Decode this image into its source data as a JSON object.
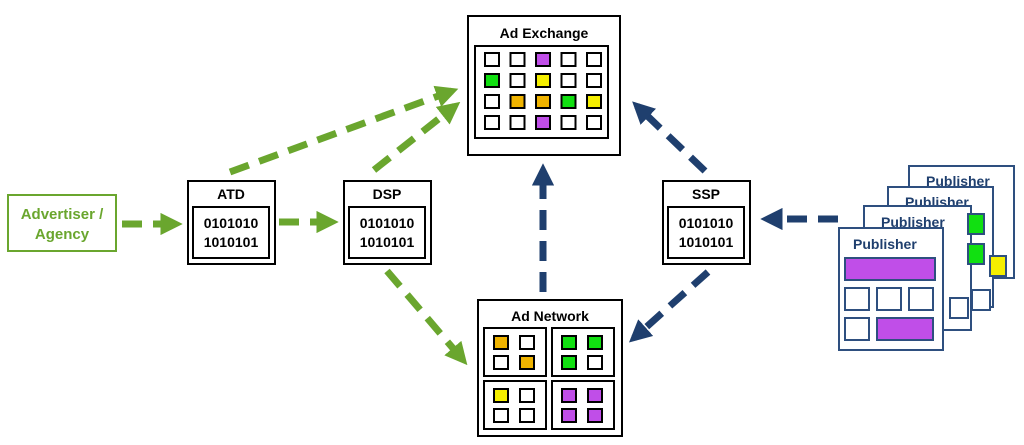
{
  "advertiser": {
    "label_line1": "Advertiser /",
    "label_line2": "Agency"
  },
  "atd": {
    "title": "ATD",
    "code_line1": "0101010",
    "code_line2": "1010101"
  },
  "dsp": {
    "title": "DSP",
    "code_line1": "0101010",
    "code_line2": "1010101"
  },
  "ssp": {
    "title": "SSP",
    "code_line1": "0101010",
    "code_line2": "1010101"
  },
  "ad_exchange": {
    "title": "Ad Exchange",
    "grid": [
      [
        "empty",
        "empty",
        "purple",
        "empty",
        "empty"
      ],
      [
        "green",
        "empty",
        "yellow",
        "empty",
        "empty"
      ],
      [
        "empty",
        "orange",
        "orange",
        "green",
        "yellow"
      ],
      [
        "empty",
        "empty",
        "purple",
        "empty",
        "empty"
      ]
    ]
  },
  "ad_network": {
    "title": "Ad Network",
    "groups": [
      [
        "orange",
        "empty",
        "empty",
        "orange"
      ],
      [
        "green",
        "green",
        "green",
        "empty"
      ],
      [
        "yellow",
        "empty",
        "empty",
        "empty"
      ],
      [
        "purple",
        "purple",
        "purple",
        "purple"
      ]
    ]
  },
  "publishers": {
    "pages": [
      {
        "title": "Publisher"
      },
      {
        "title": "Publisher"
      },
      {
        "title": "Publisher"
      },
      {
        "title": "Publisher"
      }
    ],
    "front_layout": [
      "purple-banner",
      "empty",
      "empty",
      "empty",
      "empty",
      "purple-wide"
    ],
    "back_peek_colors": [
      "green",
      "green",
      "yellow"
    ]
  },
  "colors": {
    "green_arrow": "#6aa62e",
    "blue_arrow": "#1f3f6e",
    "advertiser_border": "#6aa62e",
    "advertiser_text": "#6aa62e",
    "publisher_border": "#2e4f7f",
    "publisher_text": "#1f3f6e",
    "cell_colors": {
      "empty": "#ffffff",
      "purple": "#c04ee8",
      "green": "#11e011",
      "yellow": "#f5ef00",
      "orange": "#f0b400"
    }
  }
}
